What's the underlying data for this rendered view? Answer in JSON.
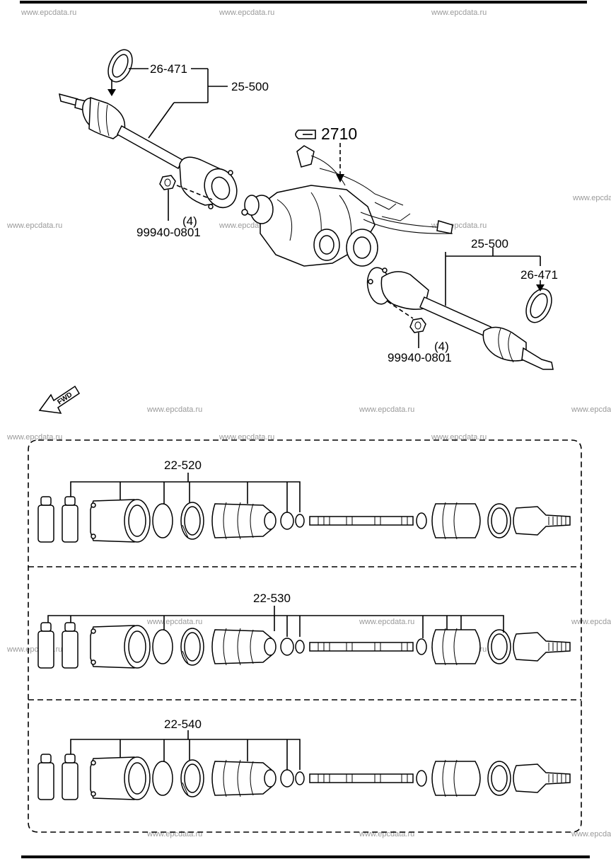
{
  "watermark": "www.epcdata.ru",
  "callouts": {
    "ring_upper": "26-471",
    "shaft_upper": "25-500",
    "nut_upper": "99940-0801",
    "nut_upper_qty": "(4)",
    "diff_ref": "2710",
    "shaft_lower": "25-500",
    "ring_lower": "26-471",
    "nut_lower": "99940-0801",
    "nut_lower_qty": "(4)"
  },
  "fwd_label": "FWD",
  "kits": [
    {
      "label": "22-520"
    },
    {
      "label": "22-530"
    },
    {
      "label": "22-540"
    }
  ]
}
